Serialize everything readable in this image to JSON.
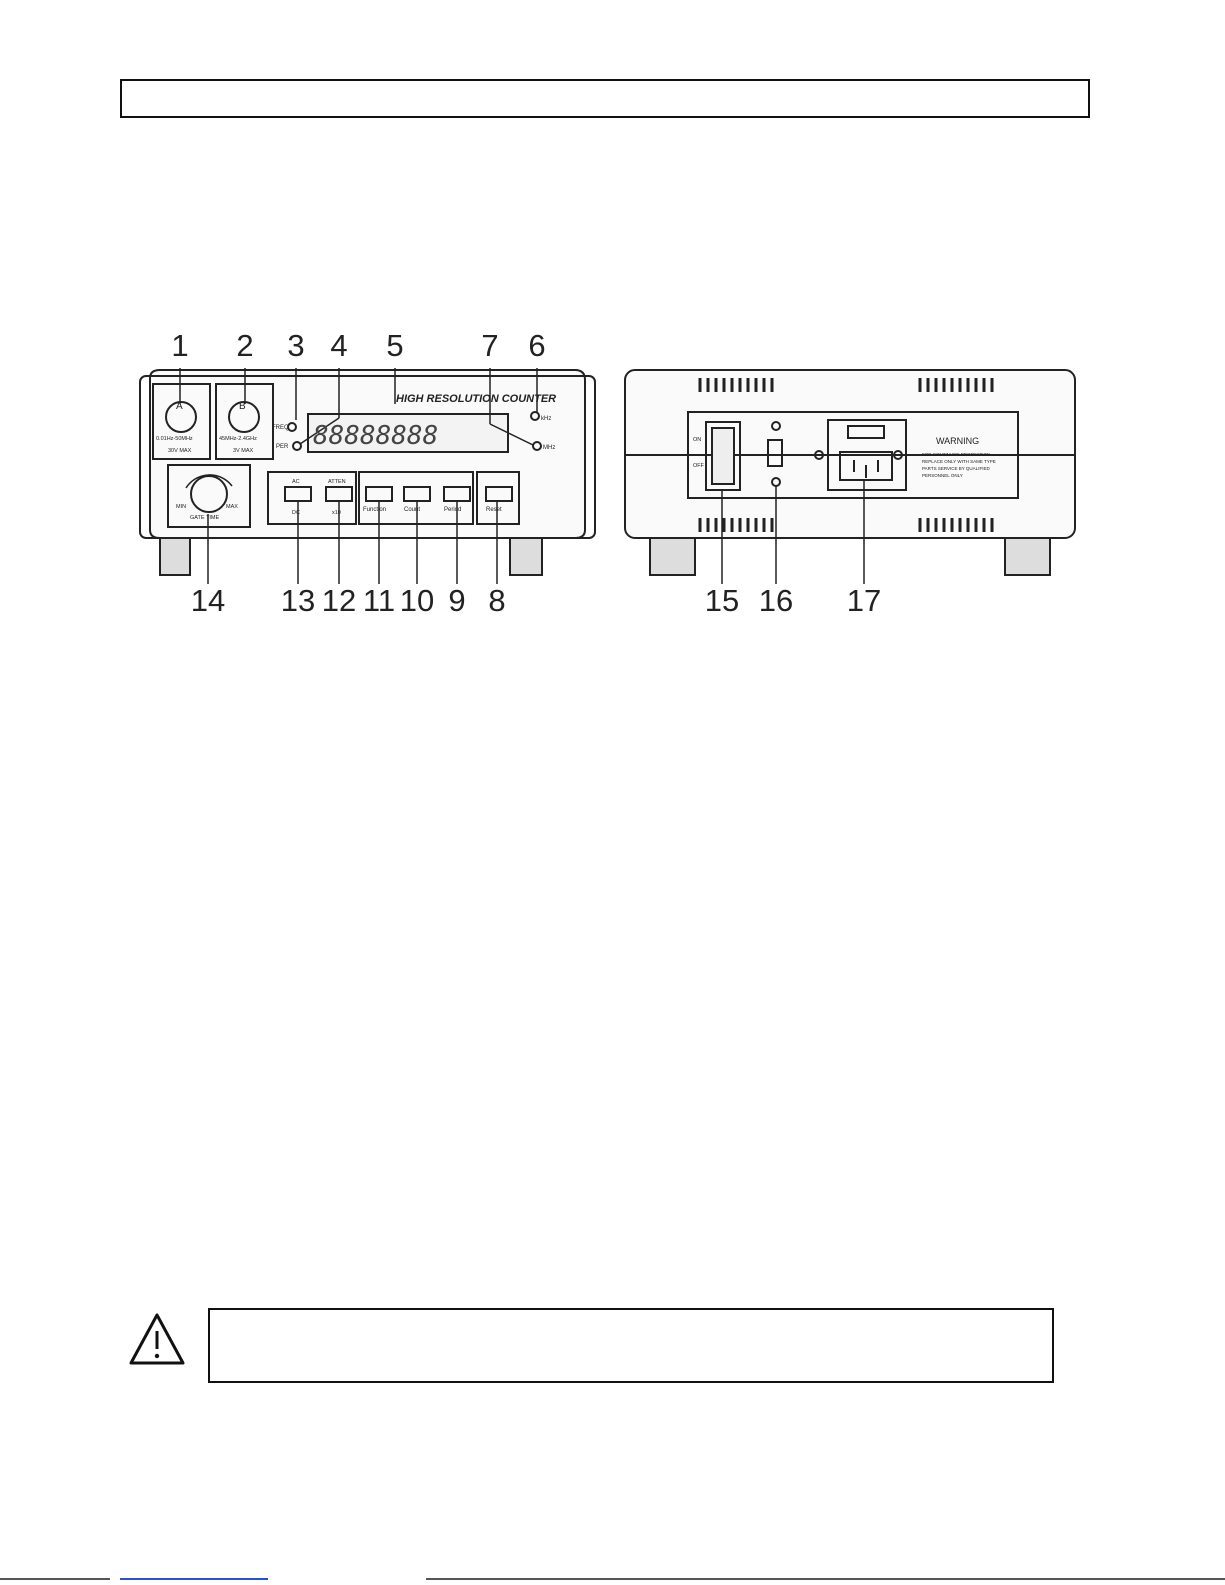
{
  "front_panel": {
    "callouts": [
      "1",
      "2",
      "3",
      "4",
      "5",
      "7",
      "6",
      "14",
      "13",
      "12",
      "11",
      "10",
      "9",
      "8"
    ],
    "title": "HIGH RESOLUTION COUNTER",
    "input_a": {
      "label": "A",
      "range": "0.01Hz-50MHz",
      "max": "30V MAX"
    },
    "input_b": {
      "label": "B",
      "range": "45MHz-2.4GHz",
      "max": "3V MAX"
    },
    "freq_label": "FREQ",
    "per_label": "PER",
    "khz_label": "kHz",
    "mhz_label": "MHz",
    "mhz_unit": "MHz",
    "display": "88888888",
    "gate_time": {
      "min": "MIN",
      "max": "MAX",
      "label": "GATE TIME"
    },
    "buttons": {
      "ac_dc_top": "AC",
      "ac_dc_bottom": "DC",
      "atten_top": "ATTEN",
      "atten_bottom": "x10",
      "function": "Function",
      "count": "Count",
      "period": "Period",
      "reset": "Reset"
    }
  },
  "rear_panel": {
    "callouts": [
      "15",
      "16",
      "17"
    ],
    "power_on": "ON",
    "power_off": "OFF",
    "warning_title": "WARNING",
    "warning_lines": [
      "FOR CONTINUED PROTECTION",
      "REPLACE ONLY WITH SAME TYPE",
      "PARTS SERVICE BY QUALIFIED",
      "PERSONNEL ONLY"
    ]
  }
}
